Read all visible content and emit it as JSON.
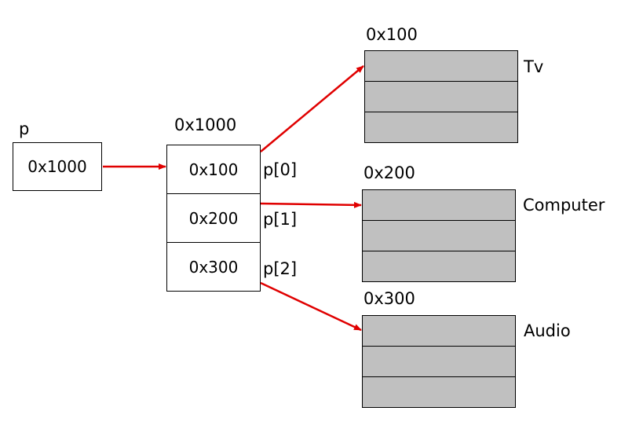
{
  "pointer": {
    "name": "p",
    "value": "0x1000"
  },
  "array": {
    "address": "0x1000",
    "cells": [
      {
        "value": "0x100",
        "index_label": "p[0]"
      },
      {
        "value": "0x200",
        "index_label": "p[1]"
      },
      {
        "value": "0x300",
        "index_label": "p[2]"
      }
    ]
  },
  "objects": [
    {
      "address": "0x100",
      "name": "Tv"
    },
    {
      "address": "0x200",
      "name": "Computer"
    },
    {
      "address": "0x300",
      "name": "Audio"
    }
  ],
  "colors": {
    "arrow": "#e00000",
    "memory_fill": "#c0c0c0"
  }
}
